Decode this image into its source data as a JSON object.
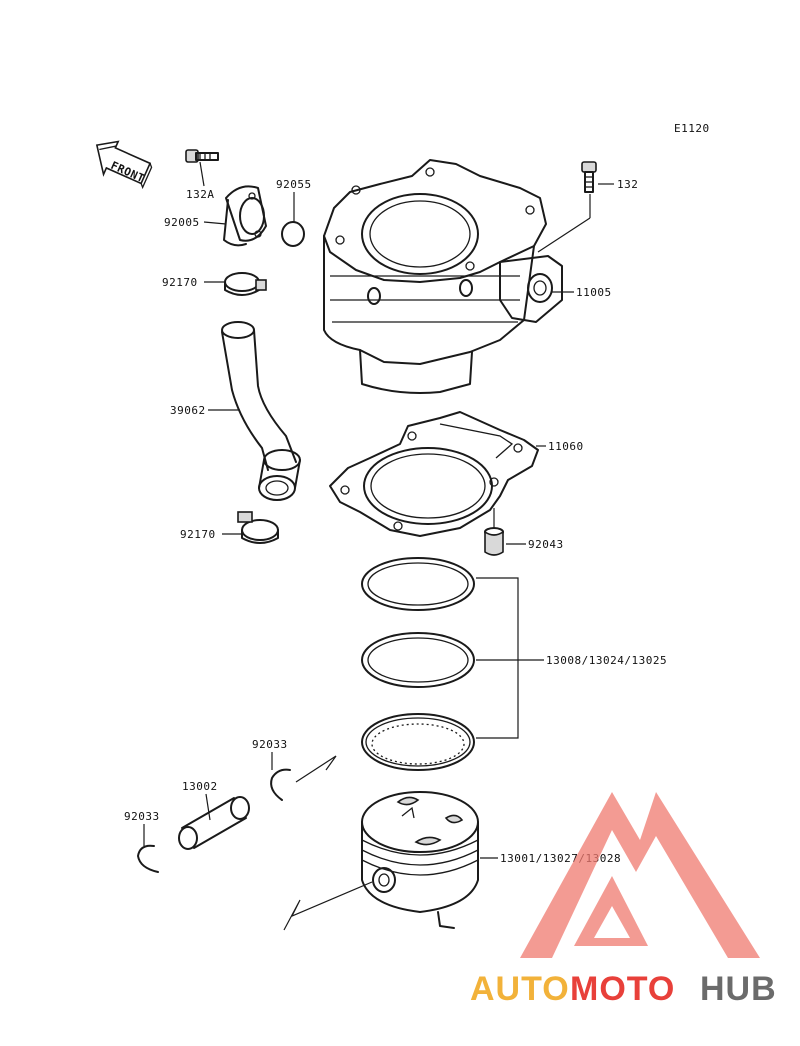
{
  "diagram": {
    "code": "E1120",
    "front_label": "FRONT",
    "parts": [
      {
        "number": "132A"
      },
      {
        "number": "92005"
      },
      {
        "number": "92055"
      },
      {
        "number": "132"
      },
      {
        "number": "11005"
      },
      {
        "number": "92170"
      },
      {
        "number": "39062"
      },
      {
        "number": "11060"
      },
      {
        "number": "92170"
      },
      {
        "number": "92043"
      },
      {
        "number": "13008/13024/13025"
      },
      {
        "number": "92033"
      },
      {
        "number": "13002"
      },
      {
        "number": "92033"
      },
      {
        "number": "13001/13027/13028"
      }
    ]
  },
  "watermark": {
    "part1": "AUTO",
    "part2": "MOTO",
    "part3": "HUB",
    "colors": {
      "auto": "#f2b23a",
      "moto": "#e8403a",
      "hub": "#6b6b6b",
      "logo": "#f07a70"
    }
  }
}
